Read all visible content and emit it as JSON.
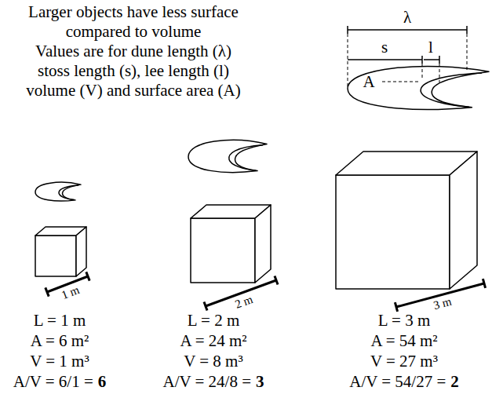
{
  "diagram": {
    "title": "Larger objects have less surface compared to volume",
    "caption": "Values are for dune length (λ) stoss length (s), lee length (l) volume (V) and surface area (A)",
    "labels": [
      "λ",
      "s",
      "l",
      "A",
      "1 m",
      "2 m",
      "3 m",
      "L = 1 m",
      "A = 6 m²",
      "V = 1 m³",
      "A/V = 6/1 =",
      "6",
      "L = 2 m",
      "A = 24 m²",
      "V = 8 m³",
      "A/V = 24/8 =",
      "3",
      "L = 3 m",
      "A = 54 m²",
      "V = 27 m³",
      "A/V = 54/27 =",
      "2"
    ]
  }
}
